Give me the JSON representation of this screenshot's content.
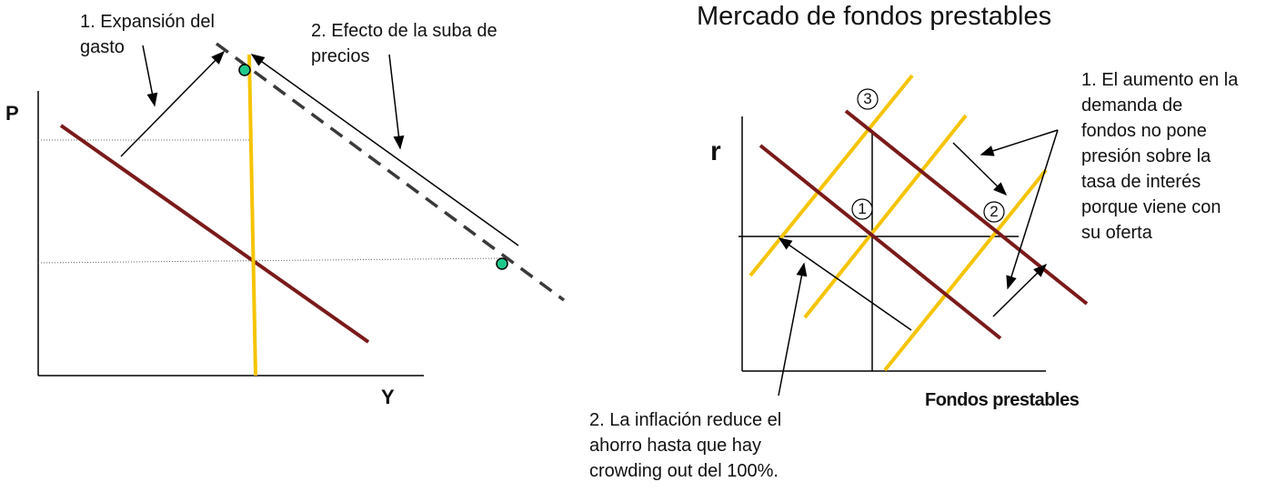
{
  "left_panel": {
    "axis_p": "P",
    "axis_y": "Y",
    "note_1": "1. Expansión del\ngasto",
    "note_2": "2. Efecto de la suba de\nprecios"
  },
  "right_panel": {
    "title": "Mercado de fondos prestables",
    "axis_r": "r",
    "axis_x": "Fondos prestables",
    "point_1": "1",
    "point_2": "2",
    "point_3": "3",
    "note_1": "1. El aumento en la\ndemanda de\nfondos no pone\npresión sobre la\ntasa de interés\nporque viene con\nsu oferta",
    "note_2": "2. La inflación reduce el\nahorro hasta que hay\ncrowding out del 100%."
  },
  "colors": {
    "demand_curve": "#7a1a1a",
    "supply_curve": "#f5c400",
    "dashed_curve": "#3a3a3a",
    "marker_fill": "#1fc98a",
    "axis": "#000000"
  }
}
